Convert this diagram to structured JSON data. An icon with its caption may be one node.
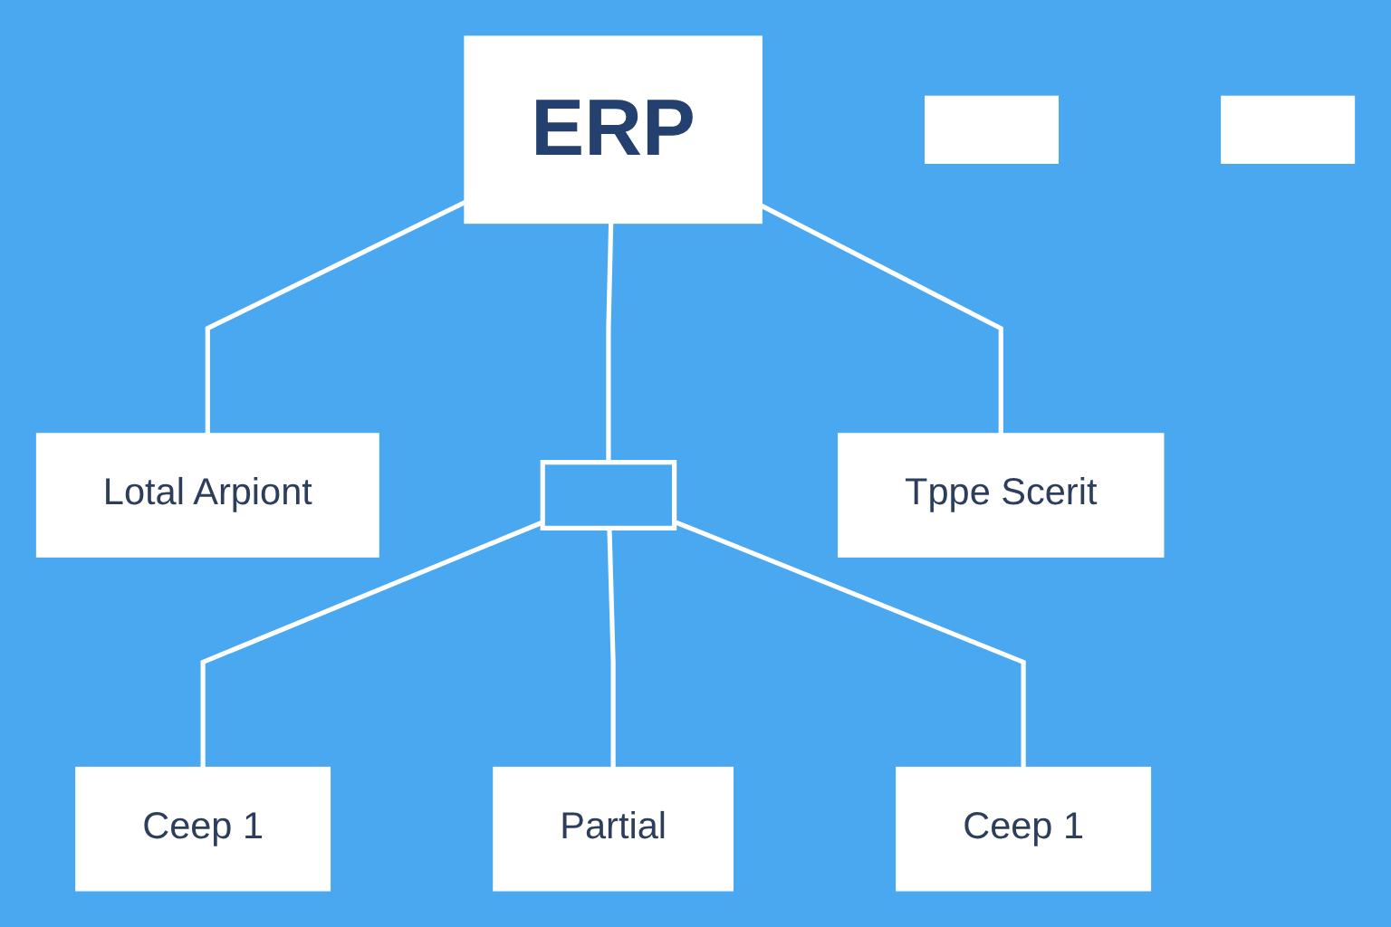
{
  "diagram": {
    "nodes": [
      {
        "text": [
          "ERP"
        ]
      },
      {
        "text": [],
        "shape": "box"
      },
      {
        "text": [],
        "shape": "box"
      },
      {
        "text": [
          "Lotal Arpiont"
        ]
      },
      {
        "text": [],
        "shape": "box"
      },
      {
        "text": [
          "Tppe Scerit"
        ]
      },
      {
        "text": [
          "Ceep 1"
        ]
      },
      {
        "text": [
          "Partial"
        ]
      },
      {
        "text": [
          "Ceep 1"
        ]
      }
    ],
    "edges": [
      {
        "from": 0,
        "to": 3,
        "arrow": "none"
      },
      {
        "from": 0,
        "to": 5,
        "arrow": "none"
      },
      {
        "from": 0,
        "to": 4,
        "arrow": "none"
      },
      {
        "from": 4,
        "to": 6,
        "arrow": "none"
      },
      {
        "from": 4,
        "to": 7,
        "arrow": "none"
      },
      {
        "from": 4,
        "to": 8,
        "arrow": "none"
      }
    ]
  }
}
